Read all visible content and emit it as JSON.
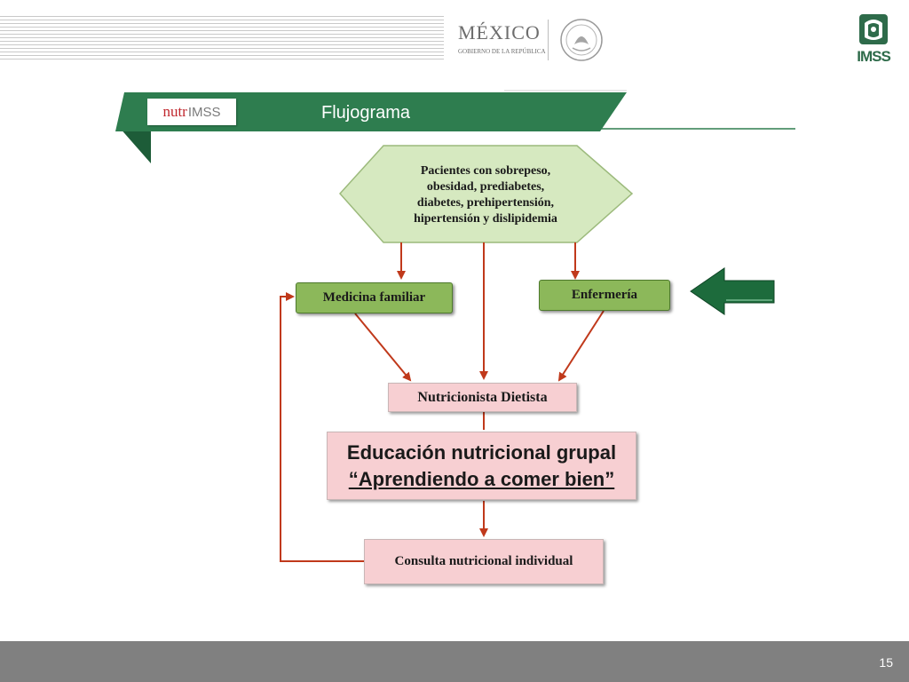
{
  "header": {
    "mexico_word": "MÉXICO",
    "gov_word": "GOBIERNO DE LA REPÚBLICA",
    "imss_word": "IMSS"
  },
  "banner": {
    "logo_part1": "nutr",
    "logo_part2": "IMSS",
    "title": "Flujograma"
  },
  "diagram": {
    "hexagon_lines": [
      "Pacientes con sobrepeso,",
      "obesidad,  prediabetes,",
      "diabetes, prehipertensión,",
      "hipertensión y dislipidemia"
    ],
    "medicina": "Medicina familiar",
    "enfermeria": "Enfermería",
    "nutricionista": "Nutricionista Dietista",
    "educacion_line1": "Educación nutricional grupal",
    "educacion_line2": "“Aprendiendo a comer bien”",
    "consulta": "Consulta nutricional individual"
  },
  "colors": {
    "banner_green": "#2e7d4f",
    "box_green": "#8cb85a",
    "hex_fill": "#d6e9c0",
    "pink": "#f7cfd2",
    "arrow_red": "#c0391b"
  },
  "footer": {
    "page_number": "15"
  }
}
